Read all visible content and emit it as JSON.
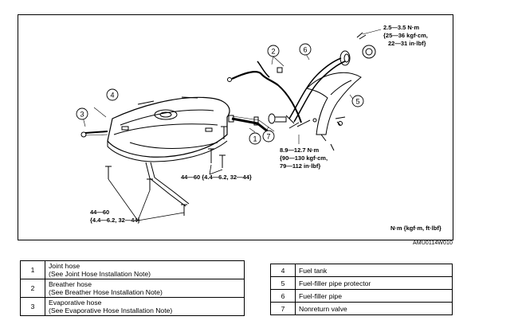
{
  "diagram": {
    "callouts": [
      "1",
      "2",
      "3",
      "4",
      "5",
      "6",
      "7"
    ],
    "torque_top": [
      "2.5—3.5 N·m",
      "{25—36 kgf·cm,",
      "22—31 in·lbf}"
    ],
    "torque_mid": [
      "8.9—12.7 N·m",
      "{90—130 kgf·cm,",
      "79—112 in·lbf}"
    ],
    "torque_lower": "44—60 {4.4—6.2, 32—44}",
    "torque_left": [
      "44—60",
      "{4.4—6.2, 32—44}"
    ],
    "units_note": "N·m {kgf·m, ft·lbf}",
    "figure_code": "AMU0114W010"
  },
  "legend_left": [
    {
      "num": "1",
      "line1": "Joint hose",
      "line2": "(See Joint Hose Installation Note)"
    },
    {
      "num": "2",
      "line1": "Breather hose",
      "line2": "(See Breather Hose Installation Note)"
    },
    {
      "num": "3",
      "line1": "Evaporative hose",
      "line2": "(See Evaporative Hose Installation Note)"
    }
  ],
  "legend_right": [
    {
      "num": "4",
      "label": "Fuel tank"
    },
    {
      "num": "5",
      "label": "Fuel-filler pipe protector"
    },
    {
      "num": "6",
      "label": "Fuel-filler pipe"
    },
    {
      "num": "7",
      "label": "Nonreturn valve"
    }
  ]
}
